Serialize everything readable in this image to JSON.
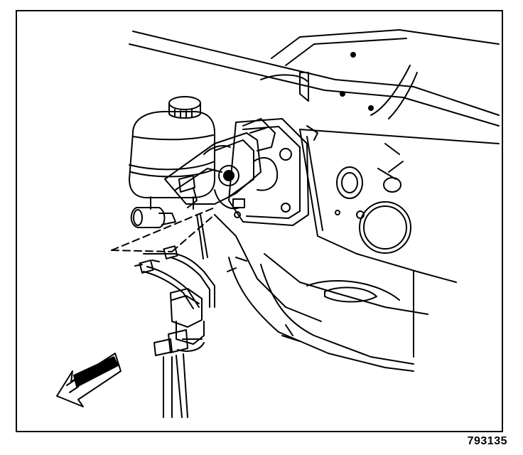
{
  "figure_id": "793135",
  "colors": {
    "ink": "#000000",
    "paper": "#ffffff"
  },
  "parts": [
    "firewall-panel",
    "brake-master-cylinder",
    "fluid-reservoir",
    "reservoir-cap",
    "brake-pipes",
    "combination-valve",
    "mounting-bracket",
    "vacuum-booster",
    "front-direction-arrow"
  ]
}
